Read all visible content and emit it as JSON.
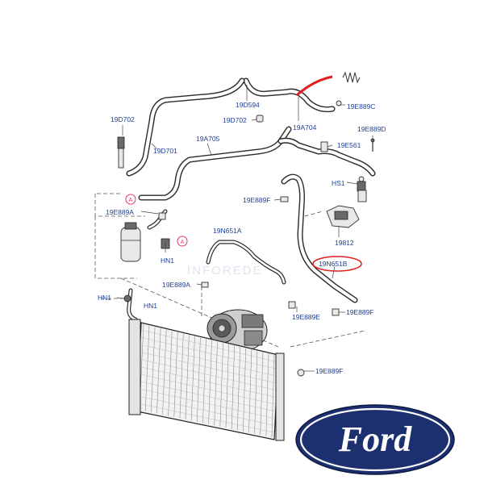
{
  "watermark": "INFOREDE",
  "labels": {
    "l_19d594": "19D594",
    "l_19e889c": "19E889C",
    "l_19a704": "19A704",
    "l_19d702_left": "19D702",
    "l_19d702_mid": "19D702",
    "l_19e889d": "19E889D",
    "l_19a705": "19A705",
    "l_19e561": "19E561",
    "l_19d701": "19D701",
    "l_hs1": "HS1",
    "l_19e889f_top": "19E889F",
    "l_19e889a_left": "19E889A",
    "l_19n651a": "19N651A",
    "l_19812": "19812",
    "l_hn1_top": "HN1",
    "l_19n651b": "19N651B",
    "l_19e889a_mid": "19E889A",
    "l_hn1_left": "HN1",
    "l_hn1_right": "HN1",
    "l_19e889f_right": "19E889F",
    "l_19e889e": "19E889E",
    "l_19e889f_bottom": "19E889F"
  },
  "markers": {
    "marker_a_top": "A",
    "marker_a_mid": "A"
  },
  "logo": {
    "text": "Ford",
    "colors": {
      "oval": "#1c2f6e",
      "ring": "#ffffff",
      "text": "#ffffff"
    }
  },
  "colors": {
    "label": "#1d3f9a",
    "highlight": "#e02020",
    "marker": "#e0357a"
  }
}
